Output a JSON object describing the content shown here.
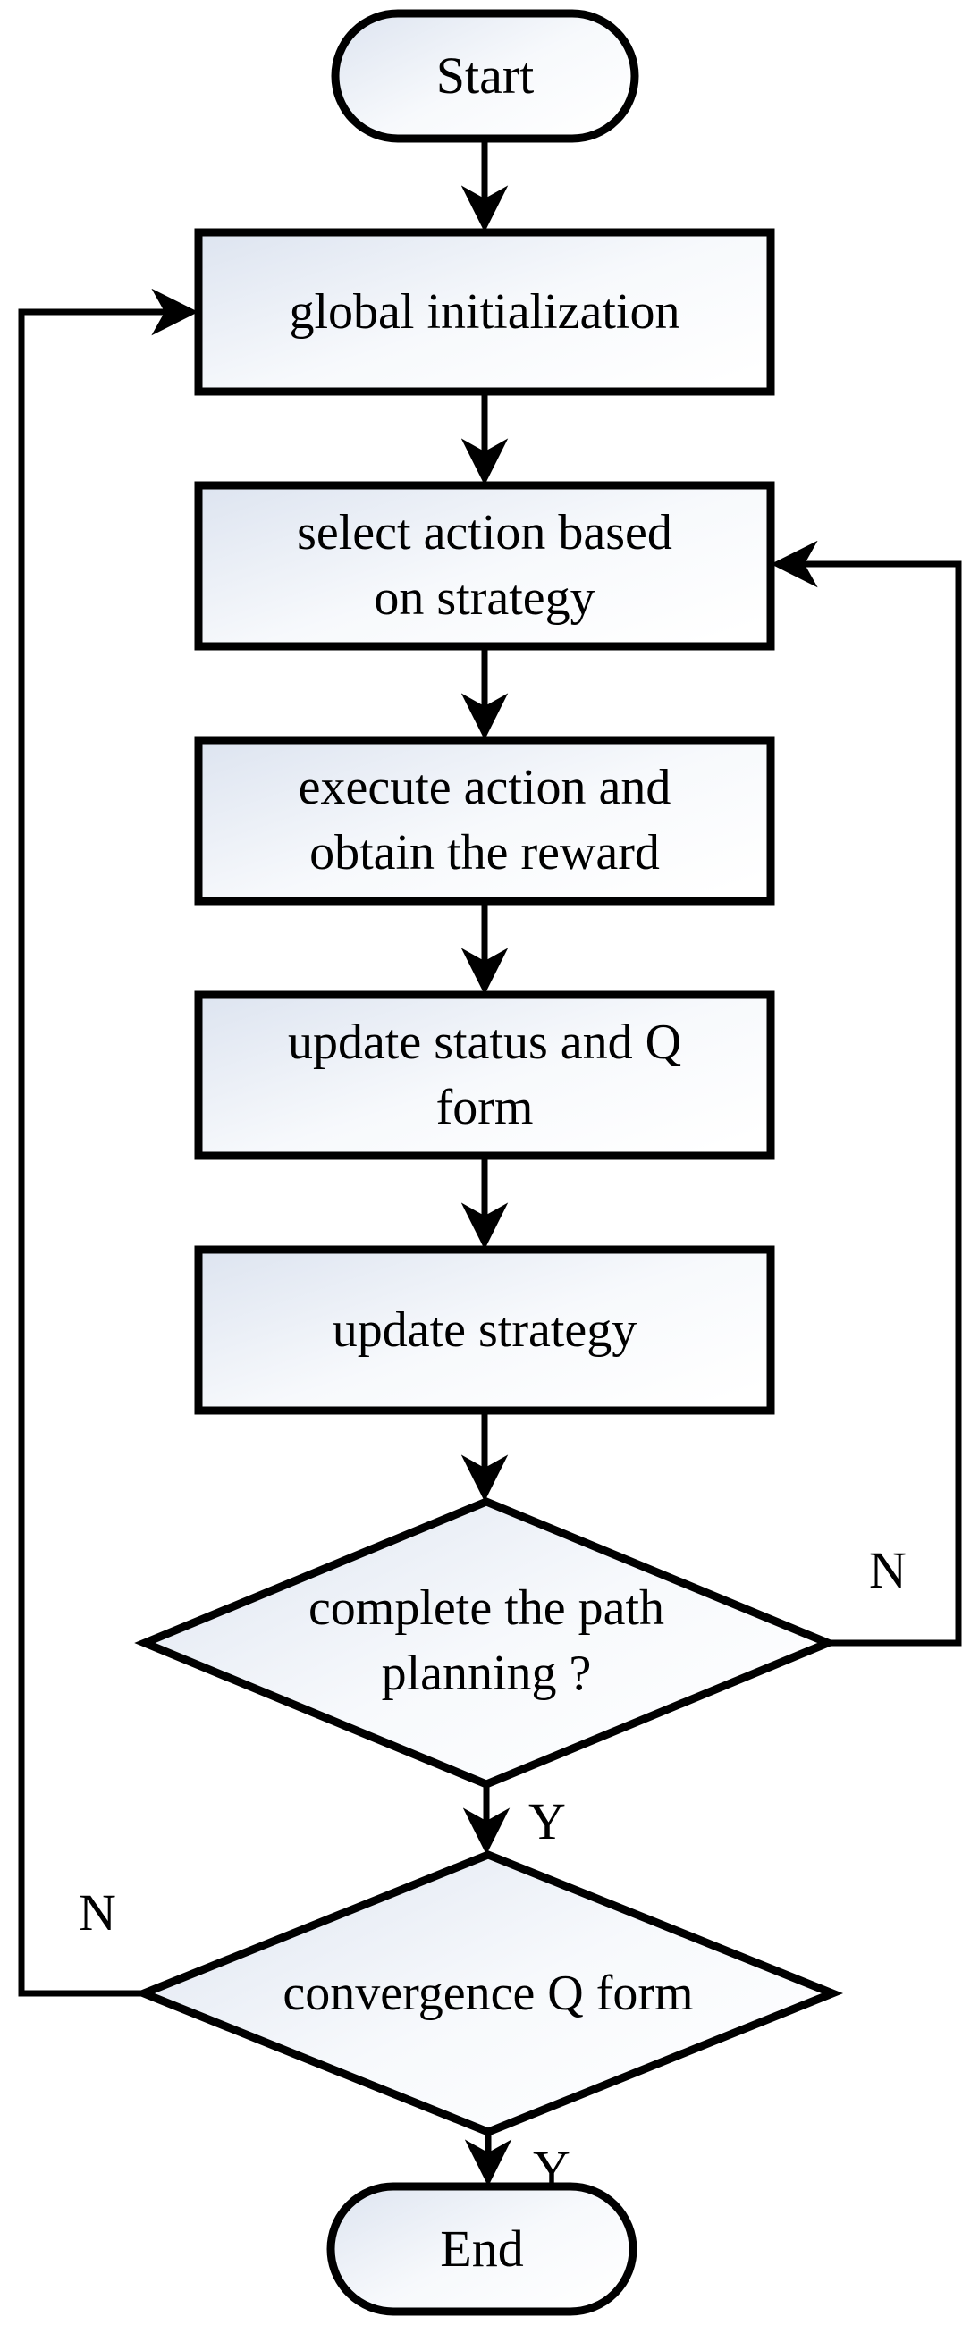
{
  "diagram": {
    "type": "flowchart",
    "colors": {
      "stroke": "#000000",
      "node_fill_start": "#dde4f0",
      "node_fill_end": "#ffffff",
      "text": "#000000",
      "background": "#ffffff"
    },
    "nodes": [
      {
        "id": "start",
        "type": "terminator",
        "label": "Start"
      },
      {
        "id": "global-initialization",
        "type": "process",
        "label": "global initialization"
      },
      {
        "id": "select-action",
        "type": "process",
        "label": "select action based\non strategy"
      },
      {
        "id": "execute-action",
        "type": "process",
        "label": "execute action and\nobtain the reward"
      },
      {
        "id": "update-status",
        "type": "process",
        "label": "update status and Q\nform"
      },
      {
        "id": "update-strategy",
        "type": "process",
        "label": "update strategy"
      },
      {
        "id": "complete-path-planning",
        "type": "decision",
        "label": "complete the path\nplanning ?"
      },
      {
        "id": "convergence-q-form",
        "type": "decision",
        "label": "convergence Q form"
      },
      {
        "id": "end",
        "type": "terminator",
        "label": "End"
      }
    ],
    "edges": [
      {
        "from": "start",
        "to": "global-initialization",
        "label": ""
      },
      {
        "from": "global-initialization",
        "to": "select-action",
        "label": ""
      },
      {
        "from": "select-action",
        "to": "execute-action",
        "label": ""
      },
      {
        "from": "execute-action",
        "to": "update-status",
        "label": ""
      },
      {
        "from": "update-status",
        "to": "update-strategy",
        "label": ""
      },
      {
        "from": "update-strategy",
        "to": "complete-path-planning",
        "label": ""
      },
      {
        "from": "complete-path-planning",
        "to": "convergence-q-form",
        "label": "Y"
      },
      {
        "from": "complete-path-planning",
        "to": "select-action",
        "label": "N"
      },
      {
        "from": "convergence-q-form",
        "to": "end",
        "label": "Y"
      },
      {
        "from": "convergence-q-form",
        "to": "global-initialization",
        "label": "N"
      }
    ]
  }
}
